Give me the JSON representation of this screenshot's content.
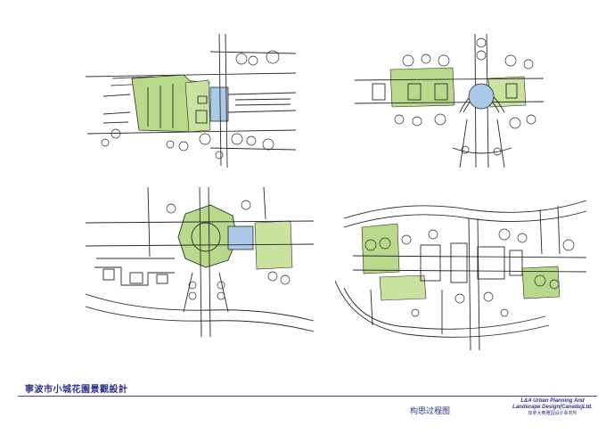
{
  "document": {
    "project_title": "寧波市小城花園景觀設計",
    "sheet_title": "构思过程图",
    "company": {
      "name_line1": "L&A Urban Planning And",
      "name_line2": "Landscape Design(Canada)Ltd.",
      "name_cn": "加拿大奥雅园设计事务所"
    }
  },
  "palette": {
    "ink": "#2a2a2a",
    "green": "#b8d98a",
    "blue": "#a9c9e6",
    "brand": "#2c2f8f"
  },
  "sketches": [
    {
      "name": "concept-sketch-1"
    },
    {
      "name": "concept-sketch-2"
    },
    {
      "name": "concept-sketch-3"
    },
    {
      "name": "concept-sketch-4"
    }
  ]
}
